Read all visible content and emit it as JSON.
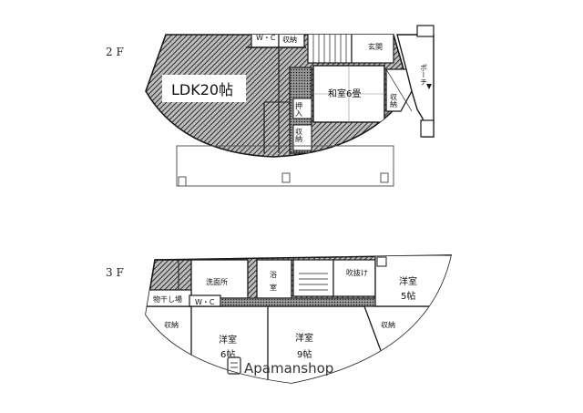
{
  "floor2": {
    "tag": "2 F",
    "rooms": {
      "wc": "W・C",
      "closet_top": "収納",
      "genkan": "玄関",
      "ldk": "LDK20帖",
      "washitsu": "和室6畳",
      "closet_right": "収納",
      "porch": "ポーチ",
      "oshiire": "押入",
      "closet_bottom": "収納"
    }
  },
  "floor3": {
    "tag": "3 F",
    "rooms": {
      "senmenjo": "洗面所",
      "yoku1": "浴",
      "yoku2": "室",
      "fukinuke": "吹抜け",
      "yoshitsu_right1": "洋室",
      "yoshitsu_right2": "5帖",
      "monohoshi": "物干し場",
      "wc": "W・C",
      "closet_left": "収納",
      "closet_right": "収納",
      "yoshitsu_a1": "洋室",
      "yoshitsu_a2": "6帖",
      "yoshitsu_b1": "洋室",
      "yoshitsu_b2": "9帖"
    }
  },
  "watermark": "Apamanshop",
  "colors": {
    "line": "#1a1a1a",
    "hatch": "#3a3a3a",
    "paper": "#ffffff"
  }
}
